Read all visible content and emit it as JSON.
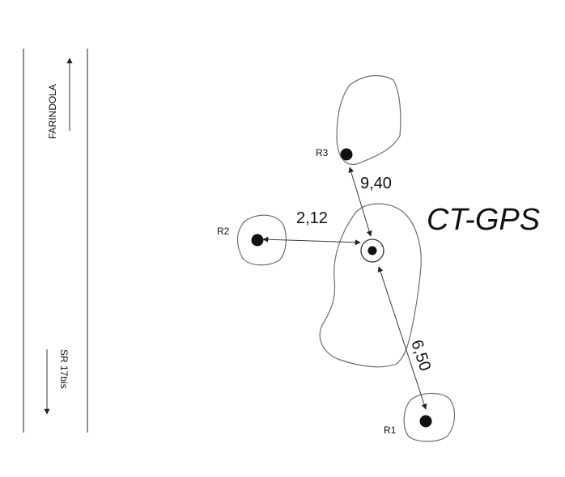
{
  "diagram": {
    "main_label": "CT-GPS",
    "roads": {
      "north_label": "FARINDOLA",
      "south_label": "SR 17bis"
    },
    "receivers": {
      "r1": "R1",
      "r2": "R2",
      "r3": "R3"
    },
    "distances": {
      "to_r3": "9,40",
      "to_r2": "2,12",
      "to_r1": "6,50"
    }
  }
}
